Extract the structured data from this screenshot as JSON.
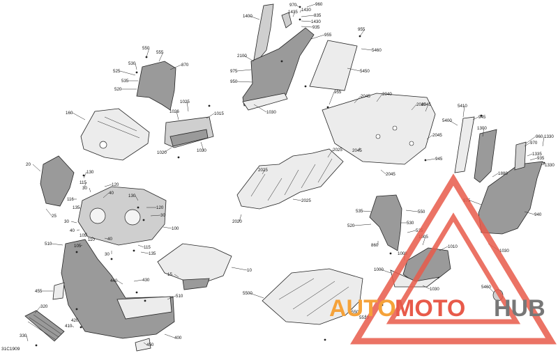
{
  "diagram_code": "31C1909",
  "watermark": {
    "auto": "AUTO",
    "moto": "MOTO",
    "hub": "HUB"
  },
  "labels": [
    "1400",
    "970",
    "960",
    "1430",
    "1435",
    "835",
    "1430",
    "935",
    "955",
    "5460",
    "2100",
    "955",
    "975",
    "950",
    "5450",
    "1030",
    "550",
    "555",
    "530",
    "870",
    "525",
    "535",
    "520",
    "1025",
    "1015",
    "1026",
    "1020",
    "1030",
    "160",
    "2040",
    "2045",
    "2045",
    "955",
    "2045",
    "5410",
    "945",
    "5400",
    "1300",
    "2045",
    "2045",
    "945",
    "960",
    "1330",
    "970",
    "1335",
    "935",
    "1330",
    "2025",
    "1880",
    "2045",
    "2025",
    "2025",
    "975",
    "2020",
    "940",
    "20",
    "130",
    "115",
    "120",
    "30",
    "116",
    "40",
    "135",
    "130",
    "120",
    "25",
    "30",
    "40",
    "30",
    "100",
    "105",
    "110",
    "40",
    "105",
    "115",
    "135",
    "30",
    "510",
    "440",
    "430",
    "10",
    "15",
    "455",
    "320",
    "420",
    "410",
    "510",
    "400",
    "450",
    "330",
    "535",
    "550",
    "520",
    "530",
    "860",
    "525",
    "1005",
    "1010",
    "1008",
    "1000",
    "1030",
    "5460",
    "5500",
    "5505",
    "5510",
    "1030"
  ]
}
